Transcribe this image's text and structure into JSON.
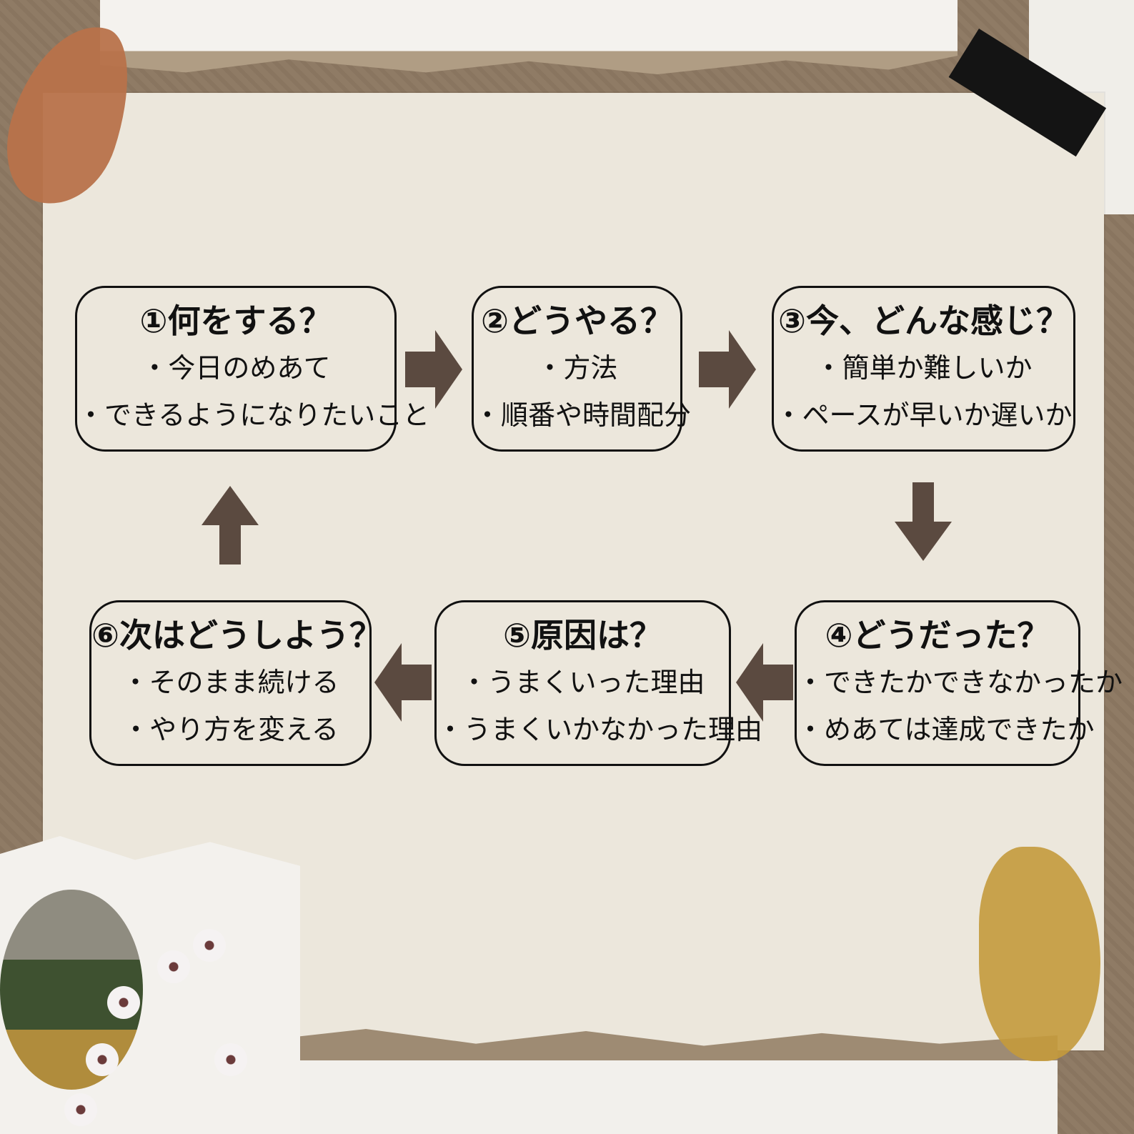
{
  "steps": [
    {
      "title": "①何をする？",
      "lines": [
        "・今日のめあて",
        "・できるようになりたいこと"
      ]
    },
    {
      "title": "②どうやる？",
      "lines": [
        "・方法",
        "・順番や時間配分"
      ]
    },
    {
      "title": "③今、どんな感じ？",
      "lines": [
        "・簡単か難しいか",
        "・ペースが早いか遅いか"
      ]
    },
    {
      "title": "④どうだった？",
      "lines": [
        "・できたかできなかったか",
        "・めあては達成できたか"
      ]
    },
    {
      "title": "⑤原因は？",
      "lines": [
        "・うまくいった理由",
        "・うまくいかなかった理由"
      ]
    },
    {
      "title": "⑥次はどうしよう？",
      "lines": [
        "・そのまま続ける",
        "・やり方を変える"
      ]
    }
  ],
  "colors": {
    "arrow": "#5b4a40",
    "box_border": "#111111",
    "paper": "#ece7dc"
  }
}
